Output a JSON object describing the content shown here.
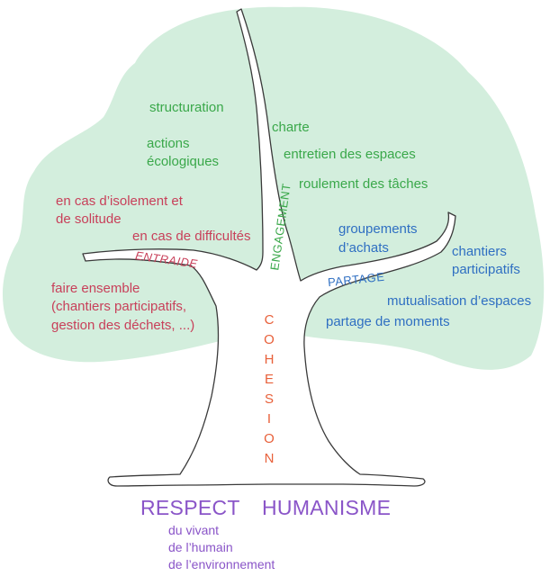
{
  "colors": {
    "canopy": "#d3eedd",
    "trunk_stroke": "#3a3a3a",
    "engagement": "#3aa84a",
    "entraide": "#c8405a",
    "partage": "#2f6fc2",
    "cohesion": "#e8603a",
    "values": "#8a55c8"
  },
  "engagement": {
    "branch_label": "ENGAGEMENT",
    "items": [
      "structuration",
      "charte",
      "actions",
      "écologiques",
      "entretien des espaces",
      "roulement des tâches"
    ]
  },
  "entraide": {
    "branch_label": "ENTRAIDE",
    "items": [
      "en cas d’isolement et",
      "de solitude",
      "en cas de difficultés",
      "faire ensemble",
      "(chantiers participatifs,",
      "gestion des déchets, ...)"
    ]
  },
  "partage": {
    "branch_label": "PARTAGE",
    "items": [
      "groupements",
      "d’achats",
      "chantiers",
      "participatifs",
      "mutualisation d’espaces",
      "partage de moments"
    ]
  },
  "cohesion": {
    "letters": [
      "C",
      "O",
      "H",
      "E",
      "S",
      "I",
      "O",
      "N"
    ]
  },
  "roots": {
    "respect": "RESPECT",
    "humanisme": "HUMANISME",
    "respect_items": [
      "du vivant",
      "de l’humain",
      "de l’environnement"
    ]
  }
}
